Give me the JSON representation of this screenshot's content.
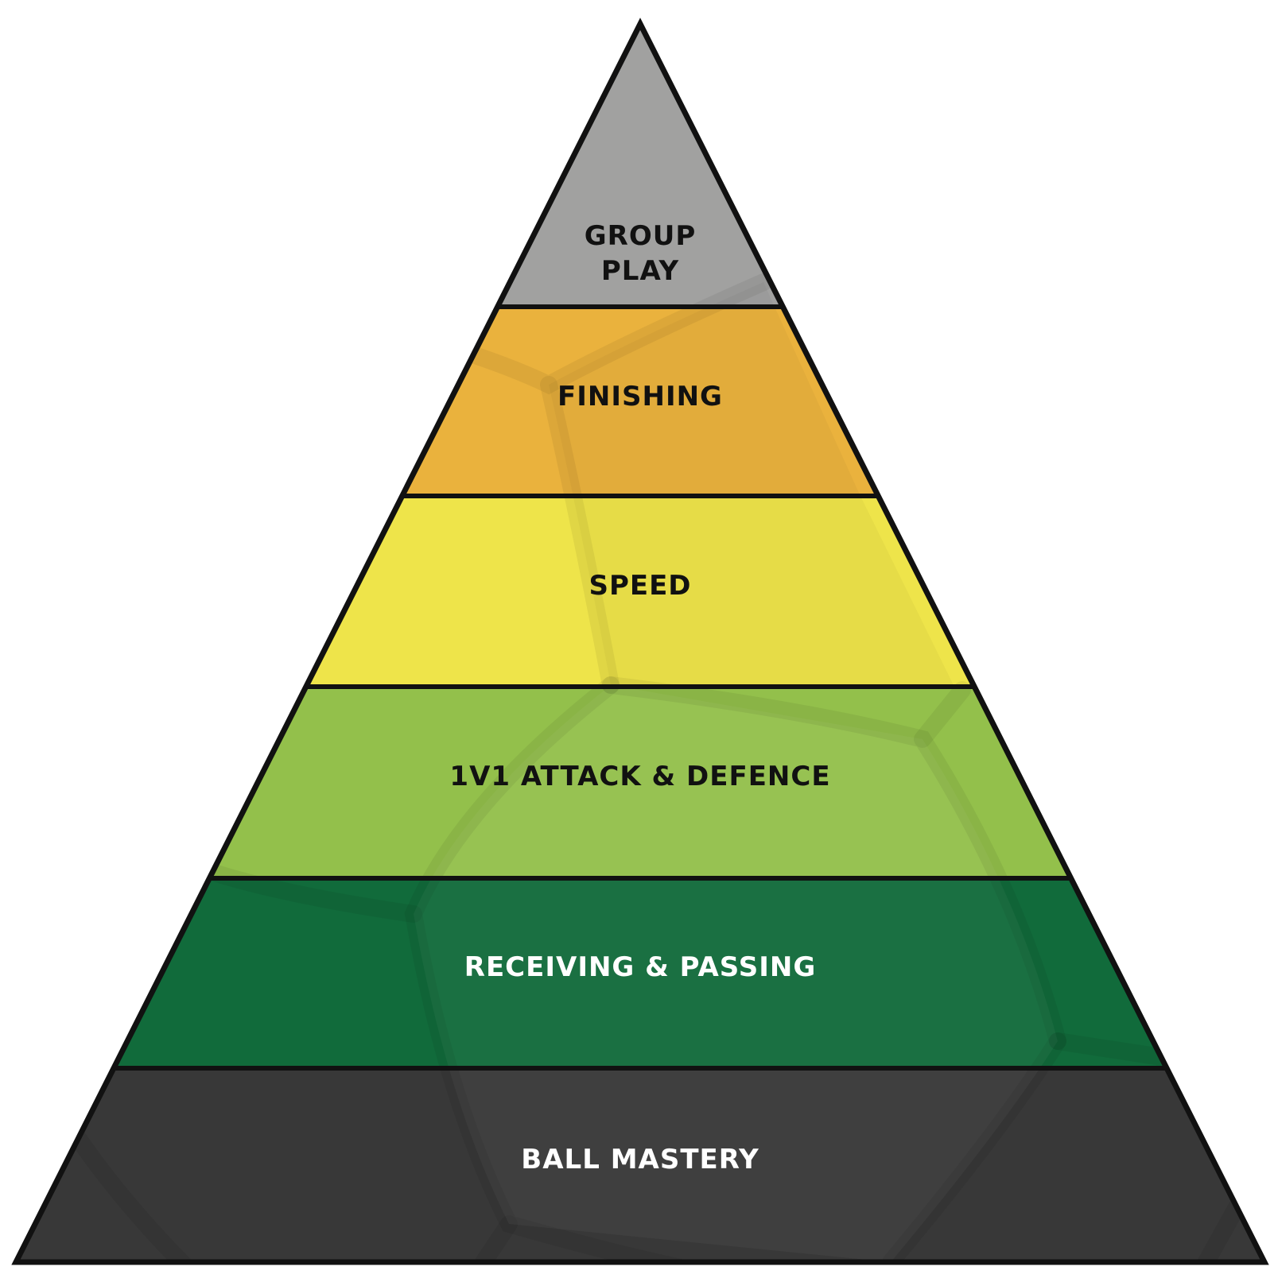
{
  "diagram": {
    "tiers": [
      {
        "id": "group-play",
        "lines": [
          "GROUP",
          "PLAY"
        ],
        "fill": "#a1a1a0",
        "text_color": "#111111"
      },
      {
        "id": "finishing",
        "lines": [
          "FINISHING"
        ],
        "fill": "#eab23d",
        "text_color": "#111111"
      },
      {
        "id": "speed",
        "lines": [
          "SPEED"
        ],
        "fill": "#eee44a",
        "text_color": "#111111"
      },
      {
        "id": "1v1-attack-defence",
        "lines": [
          "1V1 ATTACK & DEFENCE"
        ],
        "fill": "#93c04b",
        "text_color": "#111111"
      },
      {
        "id": "receiving-passing",
        "lines": [
          "RECEIVING & PASSING"
        ],
        "fill": "#116b3b",
        "text_color": "#ffffff"
      },
      {
        "id": "ball-mastery",
        "lines": [
          "BALL MASTERY"
        ],
        "fill": "#383838",
        "text_color": "#ffffff"
      }
    ],
    "outline_color": "#111111"
  }
}
